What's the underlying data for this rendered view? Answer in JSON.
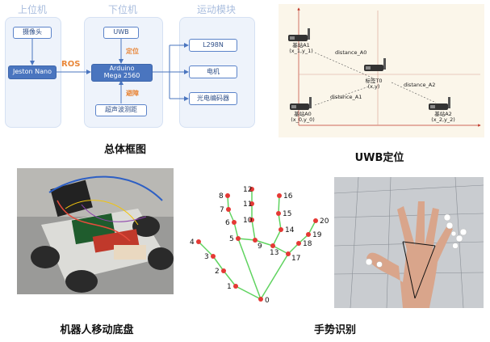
{
  "block_diagram": {
    "panels": {
      "upper": "上位机",
      "lower": "下位机",
      "motion": "运动模块"
    },
    "boxes": {
      "camera": "摄像头",
      "jetson": "Jeston Nano",
      "uwb": "UWB",
      "arduino_line1": "Arduino",
      "arduino_line2": "Mega 2560",
      "ultrasonic": "超声波测距",
      "l298n": "L298N",
      "motor": "电机",
      "encoder": "光电编码器"
    },
    "labels": {
      "ros": "ROS",
      "locate": "定位",
      "avoid": "避障"
    },
    "colors": {
      "panel_bg": "#eef3fb",
      "box_border": "#5b83c9",
      "dark_box": "#4a75bf",
      "accent": "#e8873a"
    },
    "caption": "总体框图"
  },
  "uwb": {
    "caption": "UWB定位",
    "anchor_a1": {
      "name": "基站A1",
      "coord": "(x_1,y_1)"
    },
    "anchor_a0": {
      "name": "基站A0",
      "coord": "(x_0,y_0)"
    },
    "anchor_a2": {
      "name": "基站A2",
      "coord": "(x_2,y_2)"
    },
    "tag": {
      "name": "标签T0",
      "coord": "(x,y)"
    },
    "distances": {
      "a0": "distance_A0",
      "a1": "distance_A1",
      "a2": "distance_A2"
    }
  },
  "robot": {
    "caption": "机器人移动底盘"
  },
  "gesture": {
    "caption": "手势识别",
    "keypoints": [
      "0",
      "1",
      "2",
      "3",
      "4",
      "5",
      "6",
      "7",
      "8",
      "9",
      "10",
      "11",
      "12",
      "13",
      "14",
      "15",
      "16",
      "17",
      "18",
      "19",
      "20"
    ]
  }
}
